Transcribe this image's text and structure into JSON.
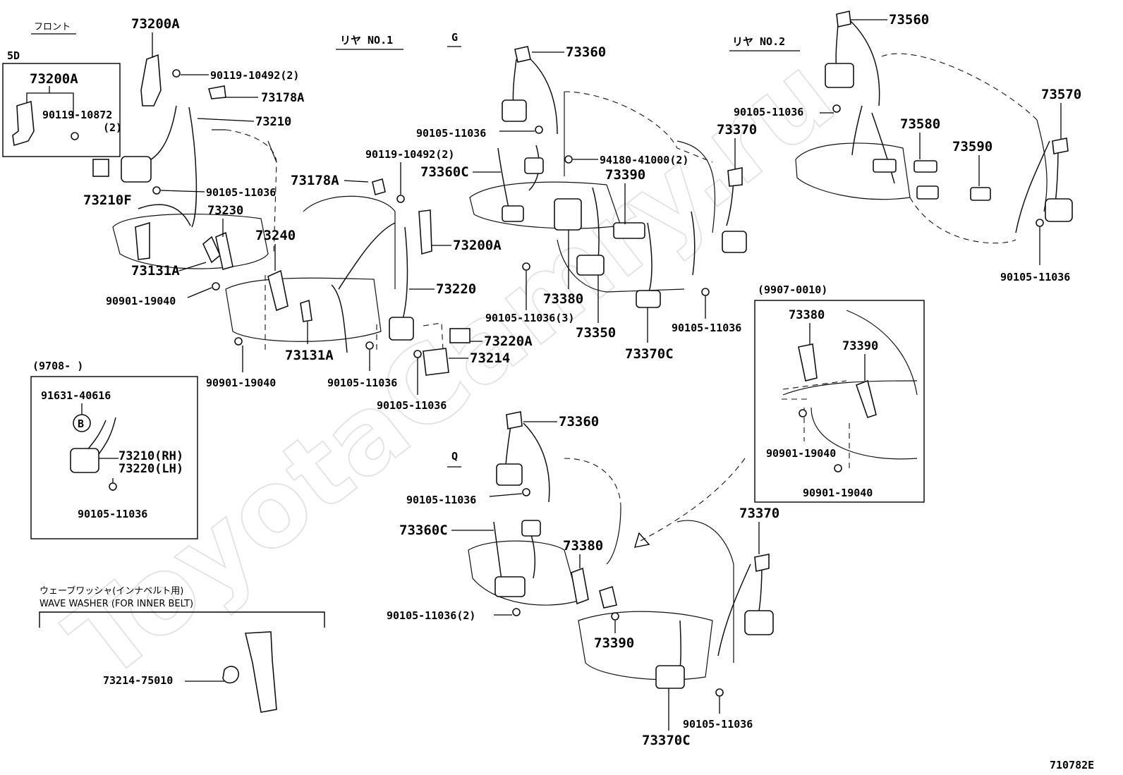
{
  "watermark": "ToyotaCamry.ru",
  "drawing_code": "710782E",
  "headers": {
    "front": "フロント",
    "rear1": "リヤ NO.1",
    "rear2": "リヤ NO.2",
    "g": "G",
    "q": "Q",
    "box5d": "5D",
    "box9708": "(9708-    )",
    "box9907": "(9907-0010)",
    "wave_jp": "ウェーブワッシャ(インナベルト用)",
    "wave_en": "WAVE WASHER (FOR INNER BELT)",
    "circle_b": "B"
  },
  "labels": {
    "p73200A_top": "73200A",
    "p73200A_box": "73200A",
    "p90119_10872": "90119-10872",
    "p90119_10872_qty": "(2)",
    "p90119_10492_a": "90119-10492(2)",
    "p73178A_a": "73178A",
    "p73210": "73210",
    "p90105_a": "90105-11036",
    "p73210F": "73210F",
    "p73230": "73230",
    "p73240": "73240",
    "p73131A_a": "73131A",
    "p90901_a": "90901-19040",
    "p73178A_b": "73178A",
    "p90119_10492_b": "90119-10492(2)",
    "p73200A_mid": "73200A",
    "p73220": "73220",
    "p73131A_b": "73131A",
    "p90901_b": "90901-19040",
    "p90105_b": "90105-11036",
    "p90105_c": "90105-11036",
    "p73220A": "73220A",
    "p73214": "73214",
    "p73360_g": "73360",
    "p90105_d": "90105-11036",
    "p73360C_g": "73360C",
    "p94180": "94180-41000(2)",
    "p73390_g": "73390",
    "p73380_g": "73380",
    "p90105_e": "90105-11036(3)",
    "p73350": "73350",
    "p73370C_g": "73370C",
    "p73370_g": "73370",
    "p90105_f": "90105-11036",
    "p90105_g": "90105-11036",
    "p73560": "73560",
    "p90105_h": "90105-11036",
    "p73570": "73570",
    "p73580": "73580",
    "p73590": "73590",
    "p90105_i": "90105-11036",
    "p73380_box": "73380",
    "p73390_box": "73390",
    "p90901_c": "90901-19040",
    "p90901_d": "90901-19040",
    "p91631": "91631-40616",
    "p73210RH": "73210(RH)",
    "p73220LH": "73220(LH)",
    "p90105_j": "90105-11036",
    "p73360_q": "73360",
    "p90105_k": "90105-11036",
    "p73360C_q": "73360C",
    "p73380_q": "73380",
    "p90105_l": "90105-11036(2)",
    "p73390_q": "73390",
    "p73370_q": "73370",
    "p90105_m": "90105-11036",
    "p73370C_q": "73370C",
    "p73214_75010": "73214-75010"
  }
}
